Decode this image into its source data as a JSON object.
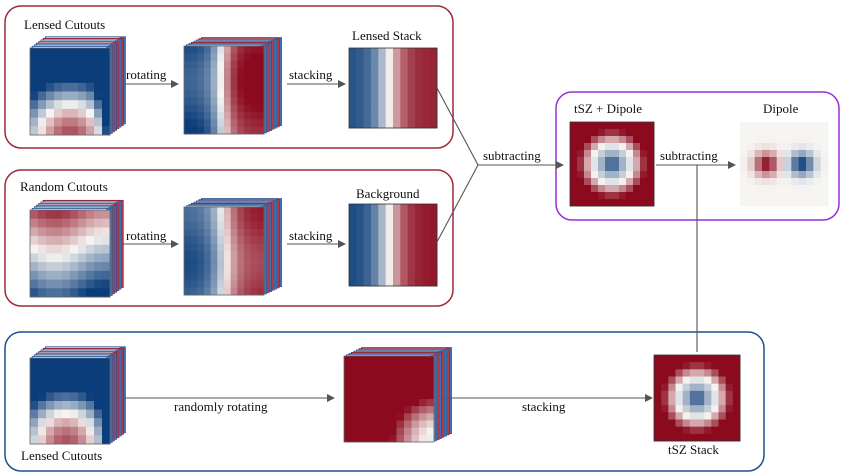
{
  "rows": {
    "top": {
      "input_label": "Lensed Cutouts",
      "step1": "rotating",
      "step2": "stacking",
      "output_label": "Lensed Stack"
    },
    "middle": {
      "input_label": "Random Cutouts",
      "step1": "rotating",
      "step2": "stacking",
      "output_label": "Background"
    },
    "bottom": {
      "input_label": "Lensed Cutouts",
      "step1": "randomly rotating",
      "step2": "stacking",
      "output_label": "tSZ Stack"
    }
  },
  "combine": {
    "subtract_label_1": "subtracting",
    "tsz_dipole_label": "tSZ + Dipole",
    "subtract_label_2": "subtracting",
    "dipole_label": "Dipole"
  },
  "colors": {
    "red_frame": "#a0283c",
    "purple_frame": "#9b2fd6",
    "blue_frame": "#1f4f8f",
    "arrow": "#555555",
    "map_red": "#8b0a1e",
    "map_white": "#f7f5f2",
    "map_blue": "#0b3d7a"
  }
}
